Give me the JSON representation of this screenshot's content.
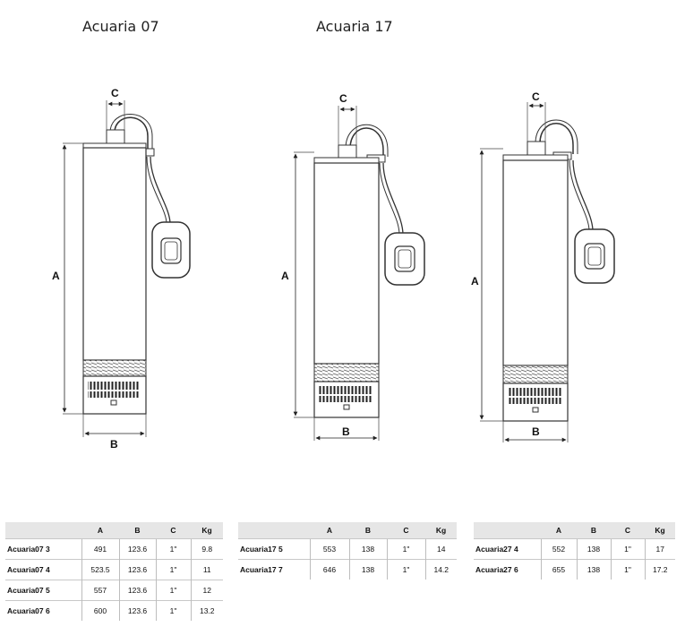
{
  "titles": {
    "left": "Acuaria 07",
    "middle": "Acuaria 17"
  },
  "dimension_labels": {
    "a": "A",
    "b": "B",
    "c": "C"
  },
  "table_headers": [
    "",
    "A",
    "B",
    "C",
    "Kg"
  ],
  "tables": [
    {
      "rows": [
        [
          "Acuaria07 3",
          "491",
          "123.6",
          "1\"",
          "9.8"
        ],
        [
          "Acuaria07 4",
          "523.5",
          "123.6",
          "1\"",
          "11"
        ],
        [
          "Acuaria07 5",
          "557",
          "123.6",
          "1\"",
          "12"
        ],
        [
          "Acuaria07 6",
          "600",
          "123.6",
          "1\"",
          "13.2"
        ]
      ]
    },
    {
      "rows": [
        [
          "Acuaria17 5",
          "553",
          "138",
          "1\"",
          "14"
        ],
        [
          "Acuaria17 7",
          "646",
          "138",
          "1\"",
          "14.2"
        ]
      ]
    },
    {
      "rows": [
        [
          "Acuaria27 4",
          "552",
          "138",
          "1\"",
          "17"
        ],
        [
          "Acuaria27 6",
          "655",
          "138",
          "1\"",
          "17.2"
        ]
      ]
    }
  ]
}
